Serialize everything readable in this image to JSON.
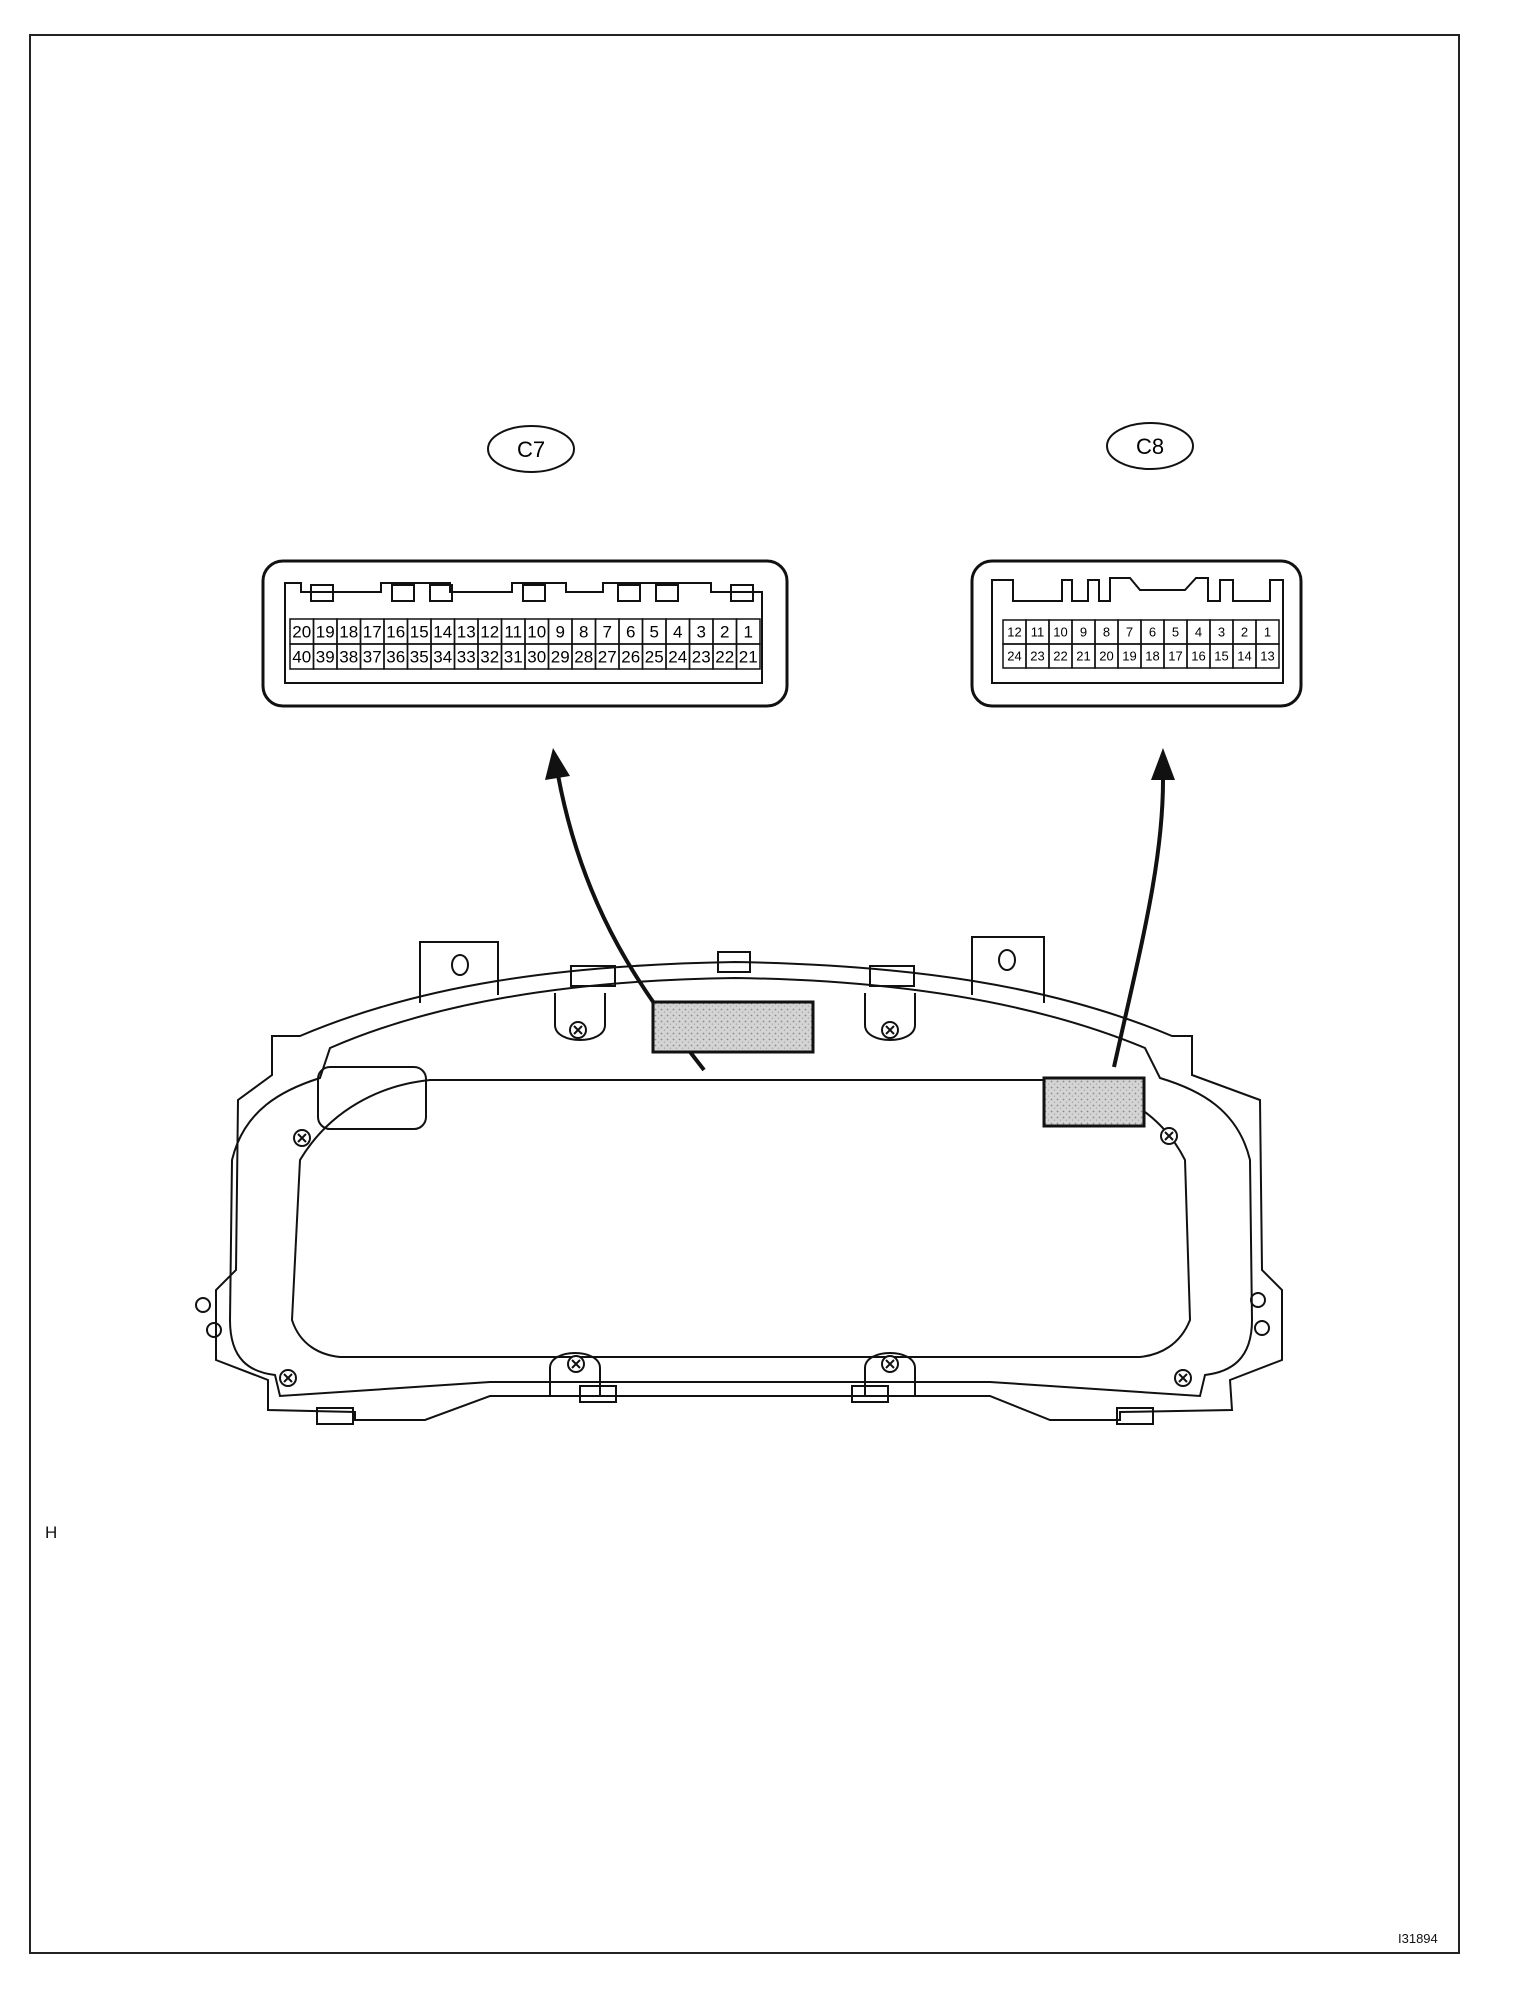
{
  "connectors": [
    {
      "id": "C7",
      "label": "C7",
      "row1": [
        "20",
        "19",
        "18",
        "17",
        "16",
        "15",
        "14",
        "13",
        "12",
        "11",
        "10",
        "9",
        "8",
        "7",
        "6",
        "5",
        "4",
        "3",
        "2",
        "1"
      ],
      "row2": [
        "40",
        "39",
        "38",
        "37",
        "36",
        "35",
        "34",
        "33",
        "32",
        "31",
        "30",
        "29",
        "28",
        "27",
        "26",
        "25",
        "24",
        "23",
        "22",
        "21"
      ]
    },
    {
      "id": "C8",
      "label": "C8",
      "row1": [
        "12",
        "11",
        "10",
        "9",
        "8",
        "7",
        "6",
        "5",
        "4",
        "3",
        "2",
        "1"
      ],
      "row2": [
        "24",
        "23",
        "22",
        "21",
        "20",
        "19",
        "18",
        "17",
        "16",
        "15",
        "14",
        "13"
      ]
    }
  ],
  "side_letter": "H",
  "figure_id": "I31894"
}
